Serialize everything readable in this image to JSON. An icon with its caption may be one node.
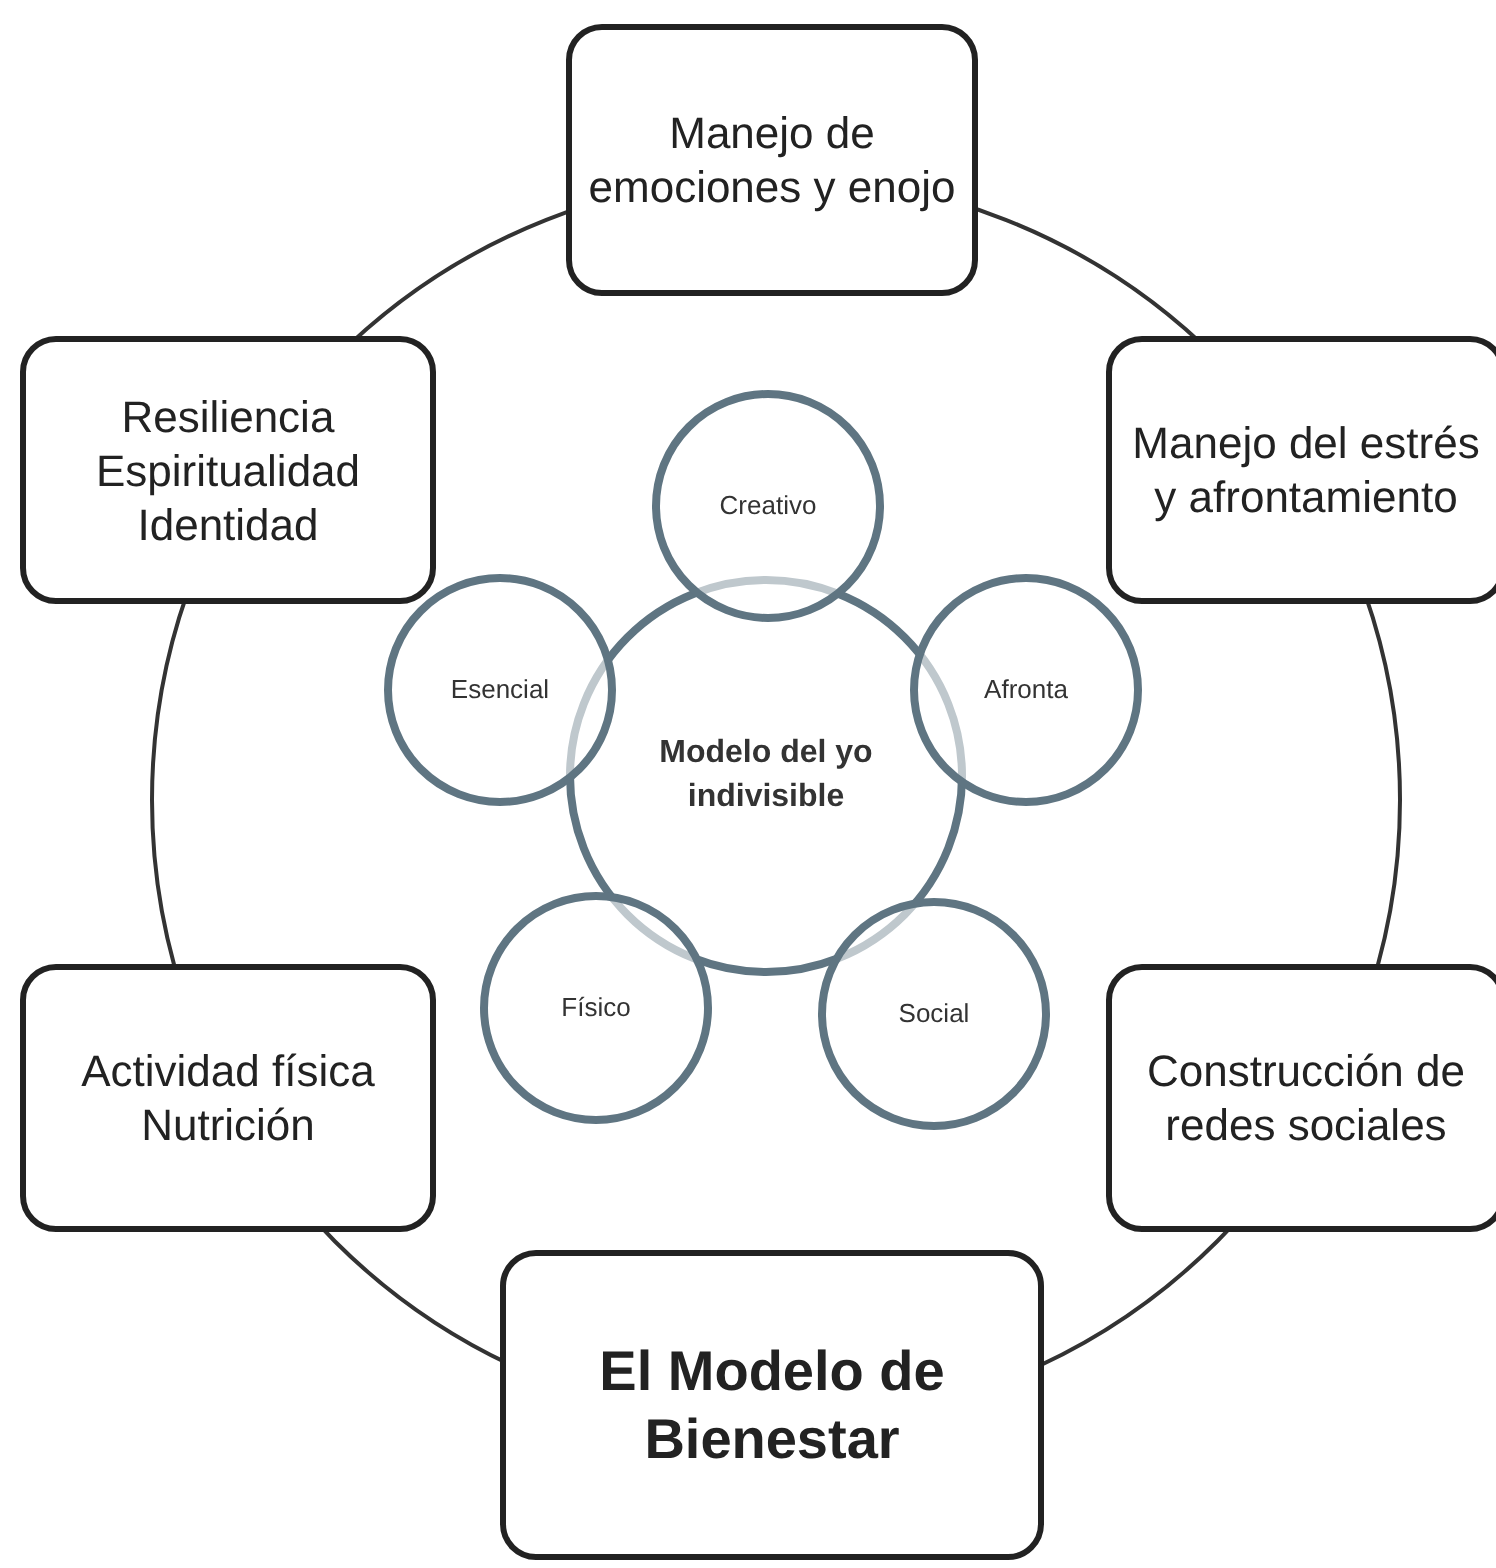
{
  "diagram": {
    "nodes": [
      {
        "text": [
          "Manejo de emociones y enojo"
        ]
      },
      {
        "text": [
          "Resiliencia Espiritualidad Identidad"
        ]
      },
      {
        "text": [
          "Manejo del estrés y afrontamiento"
        ]
      },
      {
        "text": [
          "Modelo del yo indivisible"
        ]
      },
      {
        "text": [
          "Creativo"
        ]
      },
      {
        "text": [
          "Esencial"
        ]
      },
      {
        "text": [
          "Afronta"
        ]
      },
      {
        "text": [
          "Físico"
        ]
      },
      {
        "text": [
          "Social"
        ]
      },
      {
        "text": [
          "Actividad física Nutrición"
        ]
      },
      {
        "text": [
          "Construcción de redes sociales"
        ]
      },
      {
        "text": [
          "El Modelo de Bienestar"
        ]
      }
    ]
  }
}
